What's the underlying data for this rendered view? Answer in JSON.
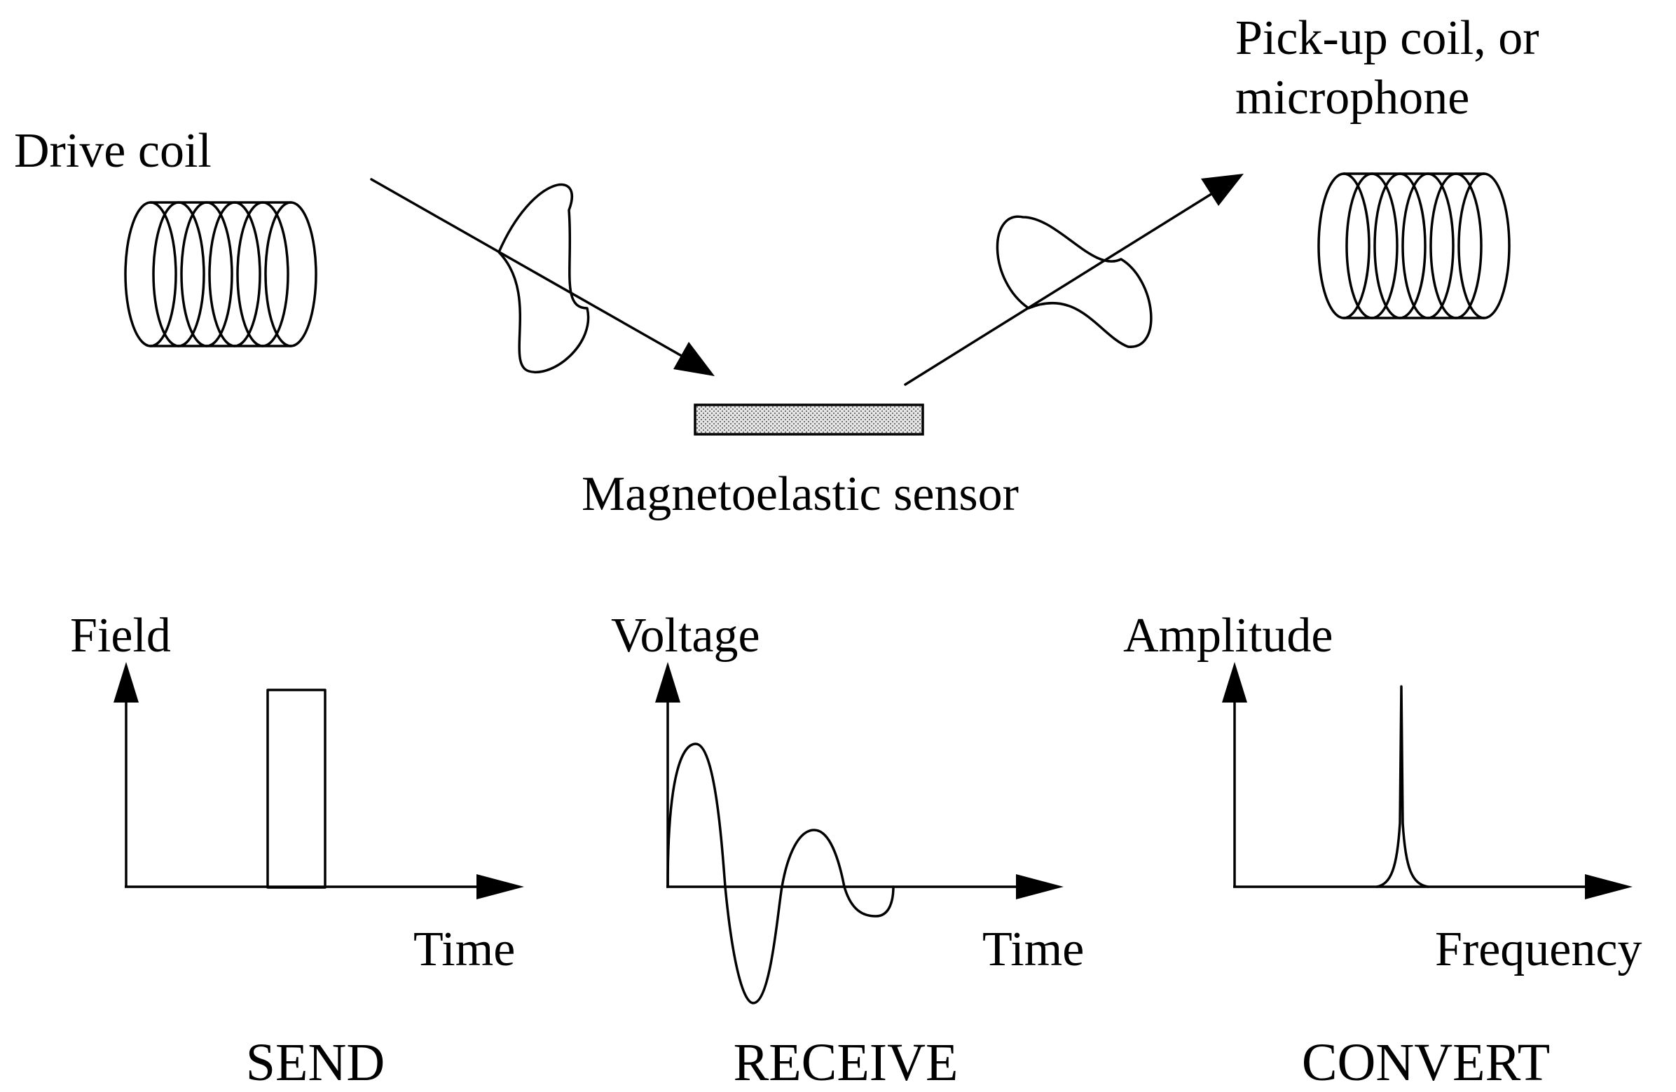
{
  "labels": {
    "drive_coil": "Drive coil",
    "pickup_line1": "Pick-up coil, or",
    "pickup_line2": "microphone",
    "sensor": "Magnetoelastic sensor"
  },
  "panels": [
    {
      "id": "send",
      "y_label": "Field",
      "x_label": "Time",
      "caption": "SEND"
    },
    {
      "id": "receive",
      "y_label": "Voltage",
      "x_label": "Time",
      "caption": "RECEIVE"
    },
    {
      "id": "convert",
      "y_label": "Amplitude",
      "x_label": "Frequency",
      "caption": "CONVERT"
    }
  ],
  "colors": {
    "ink": "#000000",
    "sensor_fill": "#dcdcdc",
    "background": "#ffffff"
  }
}
